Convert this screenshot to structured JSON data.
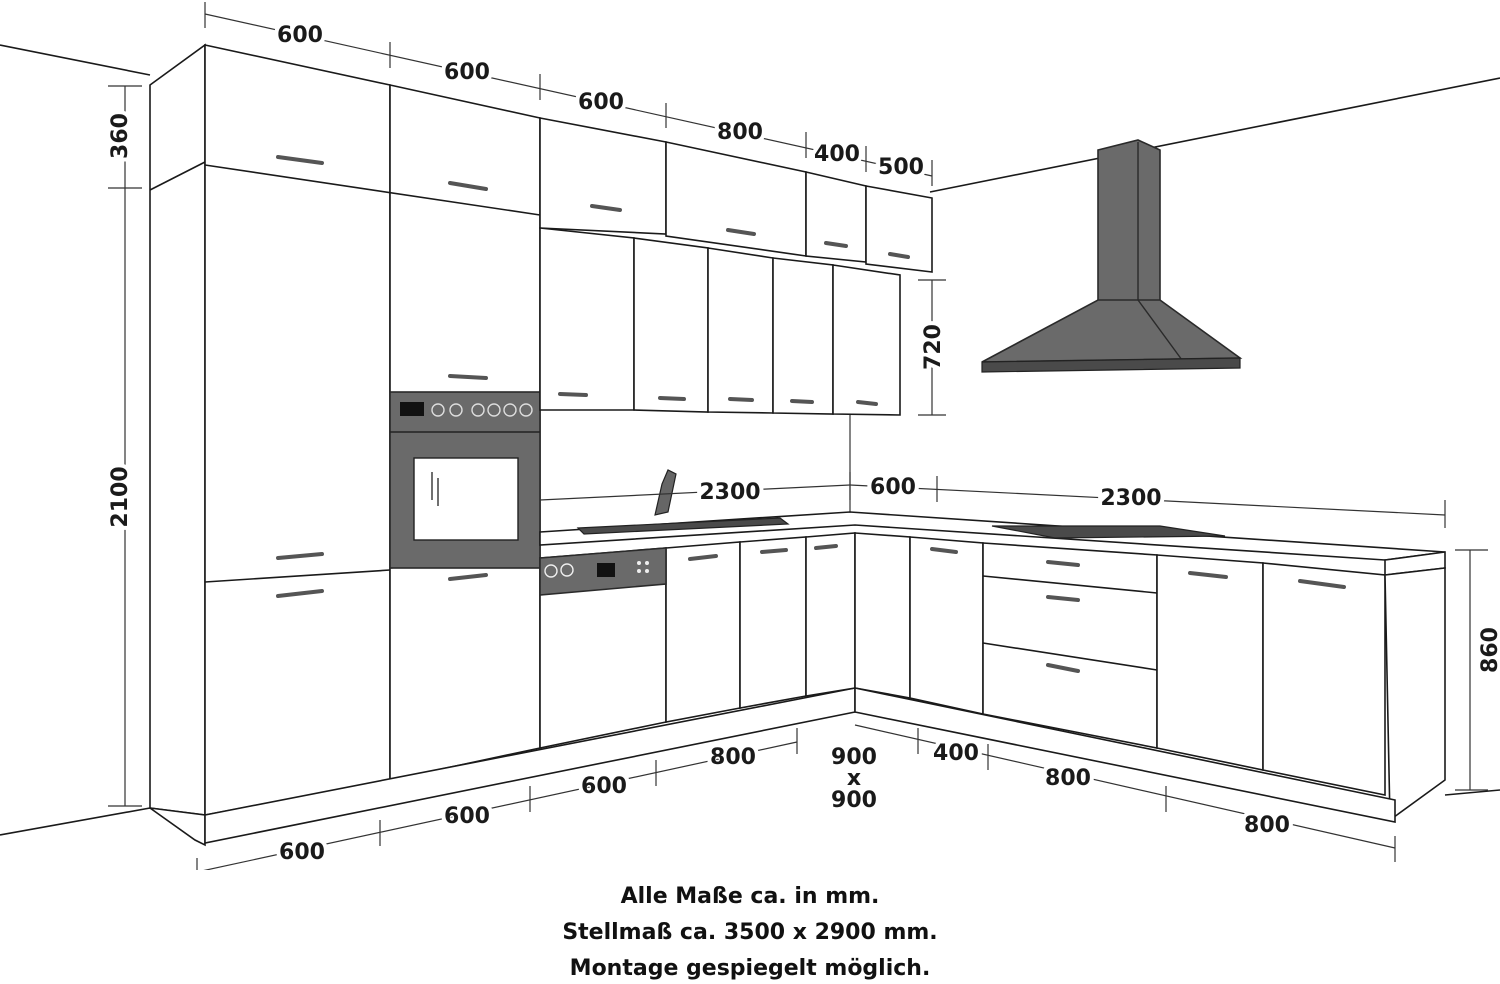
{
  "dimensions": {
    "top_widths": [
      "600",
      "600",
      "600",
      "800",
      "400",
      "500"
    ],
    "cornice_height": "360",
    "tall_height": "2100",
    "wall_cabinet_height": "720",
    "counter_left": "2300",
    "counter_corner": "600",
    "counter_right": "2300",
    "base_height": "860",
    "bottom_left": [
      "600",
      "600",
      "600",
      "800"
    ],
    "corner_a": "900",
    "corner_x": "x",
    "corner_b": "900",
    "bottom_right": [
      "400",
      "800",
      "800"
    ]
  },
  "captions": {
    "line1": "Alle Maße ca. in mm.",
    "line2": "Stellmaß ca. 3500 x 2900 mm.",
    "line3": "Montage gespiegelt möglich."
  },
  "colors": {
    "line": "#1a1a1a",
    "appliance": "#6a6a6a",
    "hood": "#6a6a6a"
  },
  "icons": [
    "oven-icon",
    "dishwasher-icon",
    "faucet-icon",
    "sink-icon",
    "cooktop-icon",
    "range-hood-icon"
  ]
}
